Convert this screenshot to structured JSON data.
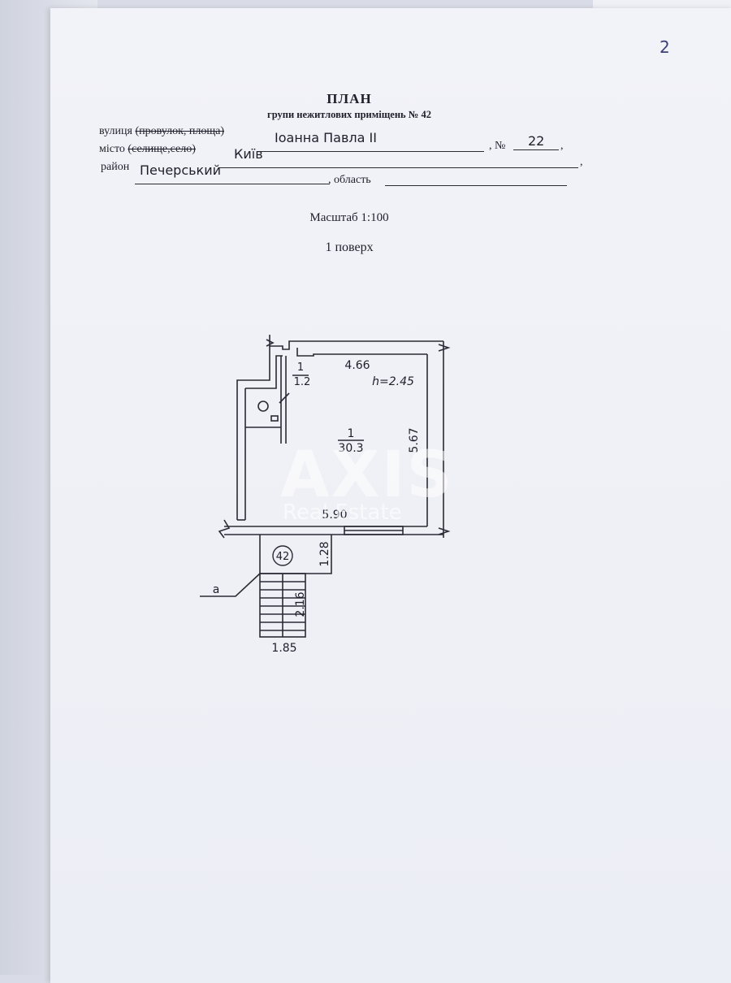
{
  "page_number": "2",
  "title": "ПЛАН",
  "subtitle": "групи нежитлових приміщень № 42",
  "address": {
    "street_label": "вулиця",
    "street_label_struck": "(провулок, площа)",
    "street_value": "Іоанна Павла II",
    "number_label": ", №",
    "number_value": "22",
    "city_label": "місто",
    "city_label_struck": "(селище,село)",
    "city_value": "Київ",
    "district_label": "район",
    "district_value": "Печерський",
    "region_label": ", область"
  },
  "scale": "Масштаб 1:100",
  "floor": "1 поверх",
  "plan": {
    "room_small_number": "1",
    "room_small_area": "1.2",
    "room_main_number": "1",
    "room_main_area": "30.3",
    "width_top": "4.66",
    "height_label": "h=2.45",
    "depth_right": "5.67",
    "width_bottom": "5.90",
    "group_number": "42",
    "vestibule_depth": "1.28",
    "stair_label": "а",
    "stair_length": "2.16",
    "stair_width": "1.85"
  },
  "watermark": {
    "brand": "AXIS",
    "tagline": "Real Estate"
  }
}
